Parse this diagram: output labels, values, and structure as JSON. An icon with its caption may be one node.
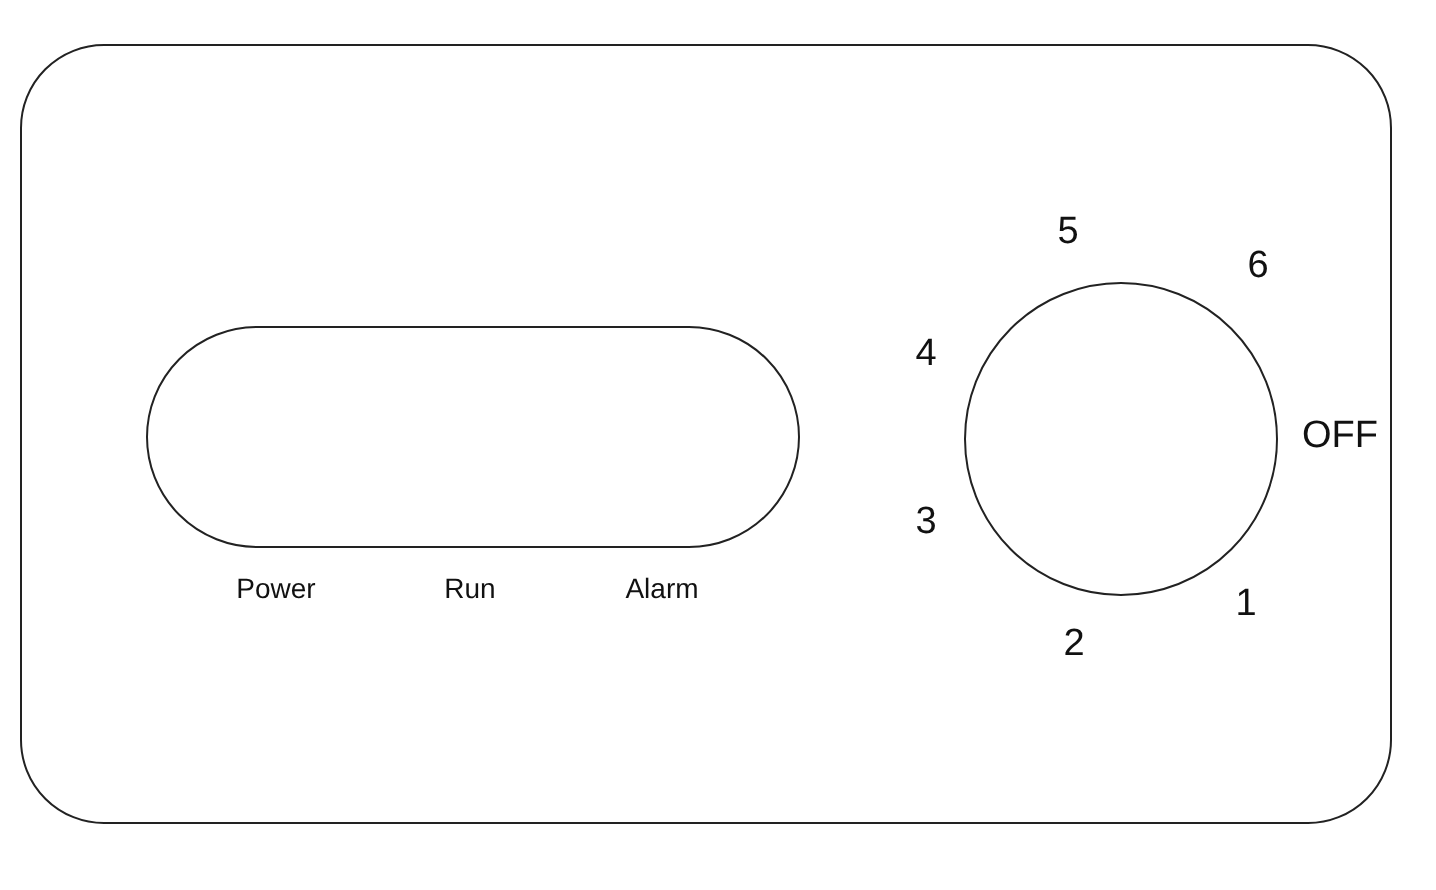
{
  "diagram": {
    "nodes": [
      {
        "text": [],
        "shape": "box"
      },
      {
        "text": [],
        "shape": "box",
        "in": 0,
        "beside": [
          "Power",
          "Run",
          "Alarm"
        ]
      },
      {
        "text": [],
        "shape": "circle",
        "in": 0,
        "beside": [
          "5",
          "6",
          "4",
          "OFF",
          "3",
          "1",
          "2"
        ]
      }
    ]
  }
}
